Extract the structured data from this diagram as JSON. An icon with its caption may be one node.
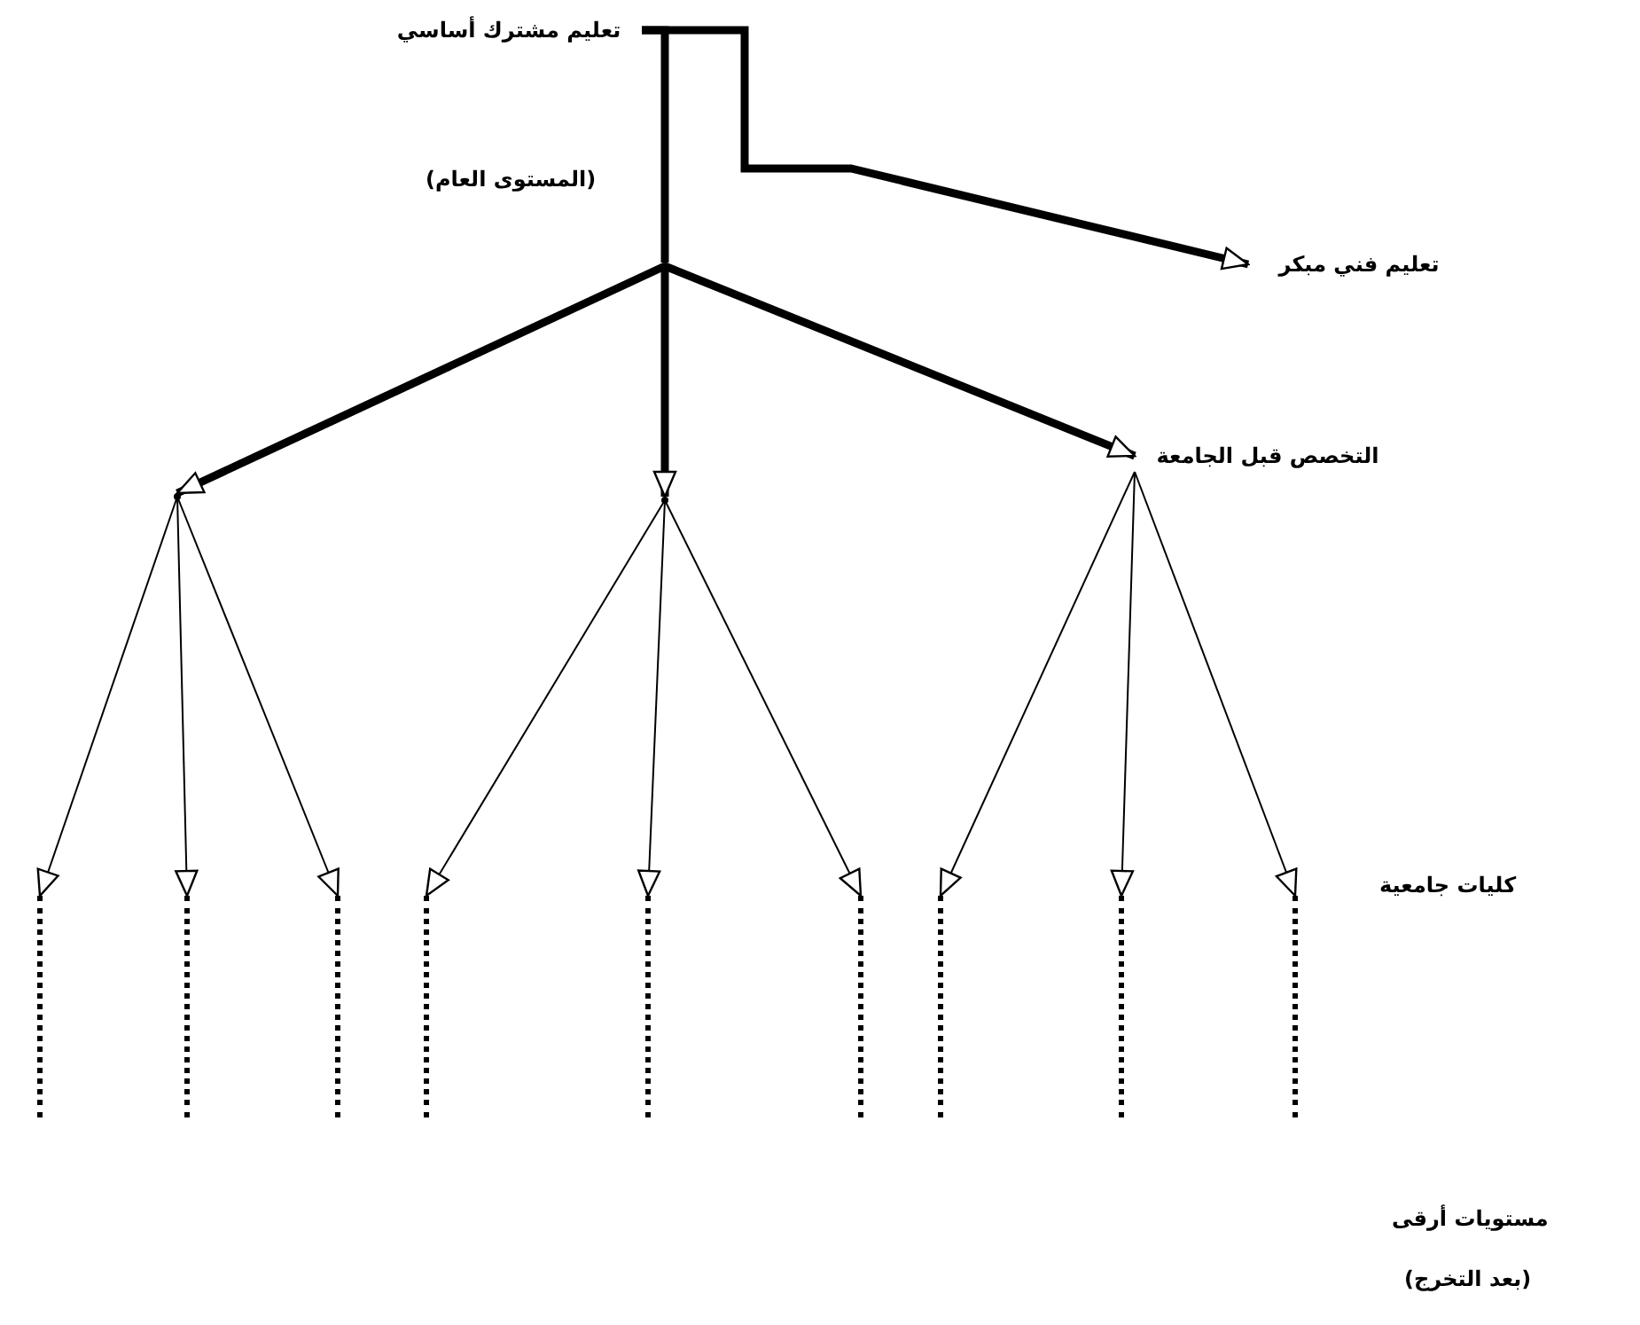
{
  "diagram": {
    "nodes": [
      {
        "text": [
          "تعليم مشترك أساسي"
        ]
      },
      {
        "text": [],
        "shape": "circle"
      },
      {
        "text": [
          "تعليم فني مبكر"
        ]
      },
      {
        "text": [],
        "shape": "circle"
      },
      {
        "text": [],
        "shape": "circle"
      },
      {
        "text": [
          "التخصص قبل الجامعة"
        ]
      },
      {
        "text": [],
        "shape": "bar"
      },
      {
        "text": [],
        "shape": "bar"
      },
      {
        "text": [],
        "shape": "bar"
      },
      {
        "text": [],
        "shape": "bar"
      },
      {
        "text": [],
        "shape": "bar"
      },
      {
        "text": [],
        "shape": "bar"
      },
      {
        "text": [],
        "shape": "bar"
      },
      {
        "text": [],
        "shape": "bar"
      },
      {
        "text": [],
        "shape": "bar"
      }
    ],
    "edges": [
      {
        "from": 0,
        "to": 1,
        "arrow": "none",
        "style": "thick"
      },
      {
        "from": 0,
        "to": 2,
        "arrow": "to",
        "style": "thick"
      },
      {
        "from": 1,
        "to": 3,
        "arrow": "to",
        "style": "thick"
      },
      {
        "from": 1,
        "to": 4,
        "arrow": "to",
        "style": "thick"
      },
      {
        "from": 1,
        "to": 5,
        "arrow": "to",
        "style": "thick"
      },
      {
        "from": 3,
        "to": 6,
        "arrow": "to"
      },
      {
        "from": 3,
        "to": 7,
        "arrow": "to"
      },
      {
        "from": 3,
        "to": 8,
        "arrow": "to"
      },
      {
        "from": 4,
        "to": 9,
        "arrow": "to"
      },
      {
        "from": 4,
        "to": 10,
        "arrow": "to"
      },
      {
        "from": 4,
        "to": 11,
        "arrow": "to"
      },
      {
        "from": 5,
        "to": 12,
        "arrow": "to"
      },
      {
        "from": 5,
        "to": 13,
        "arrow": "to"
      },
      {
        "from": 5,
        "to": 14,
        "arrow": "to"
      }
    ],
    "labels": [
      "(المستوى العام)",
      "كليات جامعية",
      "مستويات أرقى",
      "(بعد التخرج)"
    ]
  }
}
